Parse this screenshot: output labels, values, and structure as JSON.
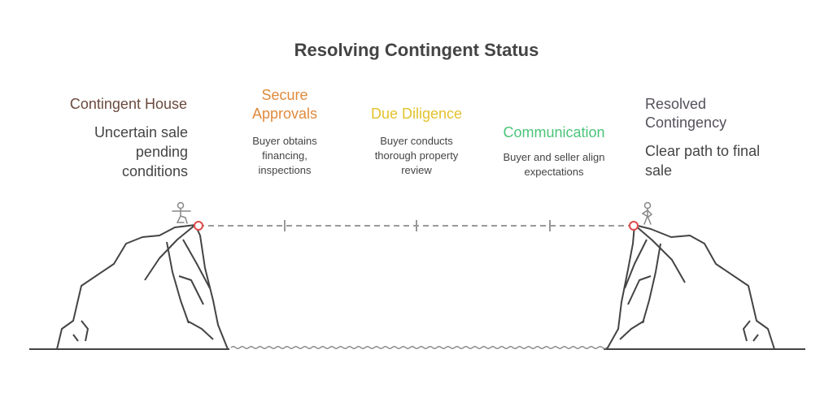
{
  "title": "Resolving Contingent Status",
  "start": {
    "title": "Contingent House",
    "description": "Uncertain sale pending conditions"
  },
  "steps": [
    {
      "title": "Secure Approvals",
      "description": "Buyer obtains financing, inspections",
      "color": "#e08a3c"
    },
    {
      "title": "Due Diligence",
      "description": "Buyer conducts thorough property review",
      "color": "#e2c22a"
    },
    {
      "title": "Communication",
      "description": "Buyer and seller align expectations",
      "color": "#4cc47a"
    }
  ],
  "end": {
    "title": "Resolved Contingency",
    "description": "Clear path to final sale"
  },
  "colors": {
    "start_title": "#6b4a3e",
    "end_title": "#55505a",
    "line": "#444444",
    "rope": "#999999",
    "anchor": "#e04848"
  },
  "icons": [
    "person-icon",
    "person-icon"
  ]
}
